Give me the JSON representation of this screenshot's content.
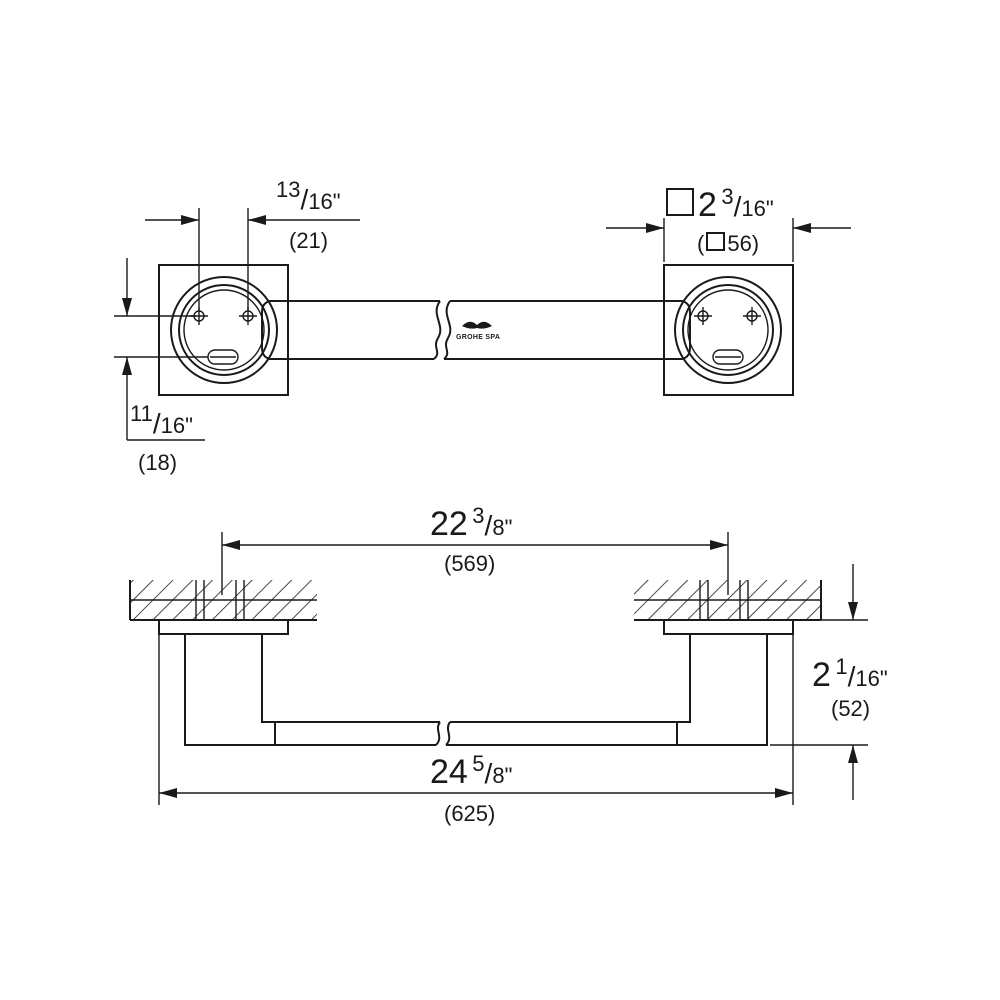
{
  "brand_label": "GROHE SPA",
  "dimensions": {
    "hole_offset_x": {
      "whole": "",
      "num": "13",
      "den": "16",
      "mm": "(21)"
    },
    "hole_offset_y": {
      "whole": "",
      "num": "11",
      "den": "16",
      "mm": "(18)"
    },
    "flange_square": {
      "whole": "2",
      "num": "3",
      "den": "16",
      "mm_prefix": "(",
      "mm_value": "56)"
    },
    "center_distance": {
      "whole": "22",
      "num": "3",
      "den": "8",
      "mm": "(569)"
    },
    "overall_length": {
      "whole": "24",
      "num": "5",
      "den": "8",
      "mm": "(625)"
    },
    "projection": {
      "whole": "2",
      "num": "1",
      "den": "16",
      "mm": "(52)"
    }
  },
  "inch_mark": "\""
}
